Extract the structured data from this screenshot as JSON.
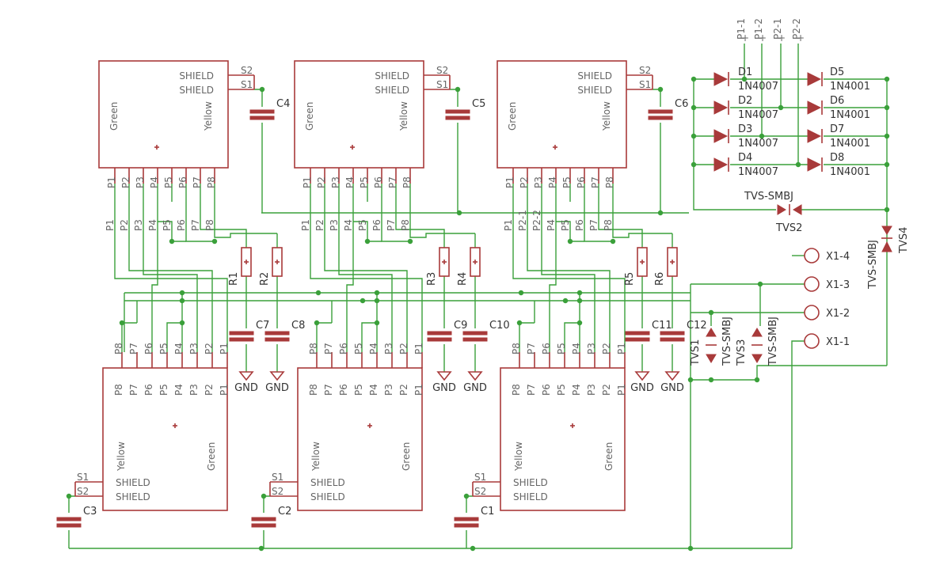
{
  "connectors_top": [
    {
      "shield": [
        "SHIELD",
        "SHIELD"
      ],
      "s": [
        "S2",
        "S1"
      ],
      "left_label": "Green",
      "right_label": "Yellow",
      "cap": "C4",
      "pins": [
        "P1",
        "P2",
        "P3",
        "P4",
        "P5",
        "P6",
        "P7",
        "P8"
      ],
      "nets": [
        "P1",
        "P2",
        "P3",
        "P4",
        "P5",
        "P6",
        "P7",
        "P8"
      ]
    },
    {
      "shield": [
        "SHIELD",
        "SHIELD"
      ],
      "s": [
        "S2",
        "S1"
      ],
      "left_label": "Green",
      "right_label": "Yellow",
      "cap": "C5",
      "pins": [
        "P1",
        "P2",
        "P3",
        "P4",
        "P5",
        "P6",
        "P7",
        "P8"
      ],
      "nets": [
        "P1",
        "P2",
        "P3",
        "P4",
        "P5",
        "P6",
        "P7",
        "P8"
      ]
    },
    {
      "shield": [
        "SHIELD",
        "SHIELD"
      ],
      "s": [
        "S2",
        "S1"
      ],
      "left_label": "Green",
      "right_label": "Yellow",
      "cap": "C6",
      "pins": [
        "P1",
        "P2",
        "P3",
        "P4",
        "P5",
        "P6",
        "P7",
        "P8"
      ],
      "nets": [
        "P1",
        "P2-1",
        "P2-2",
        "P4",
        "P5",
        "P6",
        "P7",
        "P8"
      ],
      "net_side": [
        "P1-1",
        "P1-2",
        "P2-1",
        "P2-2"
      ]
    }
  ],
  "connectors_bottom": [
    {
      "shield": [
        "SHIELD",
        "SHIELD"
      ],
      "s": [
        "S1",
        "S2"
      ],
      "left_label": "Yellow",
      "right_label": "Green",
      "cap": "C3",
      "pins": [
        "P8",
        "P7",
        "P6",
        "P5",
        "P4",
        "P3",
        "P2",
        "P1"
      ]
    },
    {
      "shield": [
        "SHIELD",
        "SHIELD"
      ],
      "s": [
        "S1",
        "S2"
      ],
      "left_label": "Yellow",
      "right_label": "Green",
      "cap": "C2",
      "pins": [
        "P8",
        "P7",
        "P6",
        "P5",
        "P4",
        "P3",
        "P2",
        "P1"
      ]
    },
    {
      "shield": [
        "SHIELD",
        "SHIELD"
      ],
      "s": [
        "S1",
        "S2"
      ],
      "left_label": "Yellow",
      "right_label": "Green",
      "cap": "C1",
      "pins": [
        "P8",
        "P7",
        "P6",
        "P5",
        "P4",
        "P3",
        "P2",
        "P1"
      ]
    }
  ],
  "resistors": [
    "R1",
    "R2",
    "R3",
    "R4",
    "R5",
    "R6"
  ],
  "caps_gnd": [
    "C7",
    "C8",
    "C9",
    "C10",
    "C11",
    "C12"
  ],
  "gnd_label": "GND",
  "top_nets": [
    "P1-1",
    "P1-2",
    "P2-1",
    "P2-2"
  ],
  "diodes": [
    {
      "name": "D1",
      "part": "1N4007"
    },
    {
      "name": "D2",
      "part": "1N4007"
    },
    {
      "name": "D3",
      "part": "1N4007"
    },
    {
      "name": "D4",
      "part": "1N4007"
    },
    {
      "name": "D5",
      "part": "1N4001"
    },
    {
      "name": "D6",
      "part": "1N4001"
    },
    {
      "name": "D7",
      "part": "1N4001"
    },
    {
      "name": "D8",
      "part": "1N4001"
    }
  ],
  "tvs": [
    {
      "name": "TVS2",
      "part": "TVS-SMBJ"
    },
    {
      "name": "TVS4",
      "part": "TVS-SMBJ"
    },
    {
      "name": "TVS1",
      "part": "TVS-SMBJ"
    },
    {
      "name": "TVS3",
      "part": "TVS-SMBJ"
    }
  ],
  "terminals": [
    "X1-4",
    "X1-3",
    "X1-2",
    "X1-1"
  ],
  "colors": {
    "wire": "#3aa03a",
    "part": "#a83a3a",
    "text": "#333333",
    "pin": "#666666"
  }
}
